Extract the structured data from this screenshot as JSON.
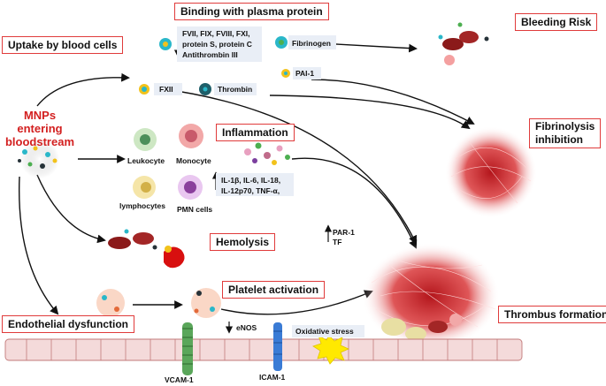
{
  "boxes": {
    "binding": "Binding with plasma protein",
    "uptake": "Uptake by blood cells",
    "bleeding": "Bleeding Risk",
    "inflammation": "Inflammation",
    "fibrinolysis_line1": "Fibrinolysis",
    "fibrinolysis_line2": "inhibition",
    "hemolysis": "Hemolysis",
    "platelet": "Platelet activation",
    "endothelial": "Endothelial dysfunction",
    "thrombus": "Thrombus formation"
  },
  "source": {
    "line1": "MNPs entering",
    "line2": "bloodstream"
  },
  "proteins": {
    "factors_line1": "FVII, FIX, FVIII, FXI,",
    "factors_line2": "protein S, protein C",
    "factors_line3": "Antithrombin III",
    "fibrinogen": "Fibrinogen",
    "pai1": "PAI-1",
    "fxii": "FXII",
    "thrombin": "Thrombin"
  },
  "cells": {
    "leukocyte": "Leukocyte",
    "monocyte": "Monocyte",
    "lymphocytes": "lymphocytes",
    "pmn": "PMN cells"
  },
  "cytokines": {
    "line1": "IL-1β, IL-6, IL-18,",
    "line2": "IL-12p70, TNF-α,"
  },
  "markers": {
    "par1": "PAR-1",
    "tf": "TF",
    "enos": "eNOS",
    "oxidative": "Oxidative stress",
    "vcam": "VCAM-1",
    "icam": "ICAM-1"
  },
  "colors": {
    "box_border": "#e03b3b",
    "title_red": "#d32020",
    "panel": "#e9eef6"
  }
}
